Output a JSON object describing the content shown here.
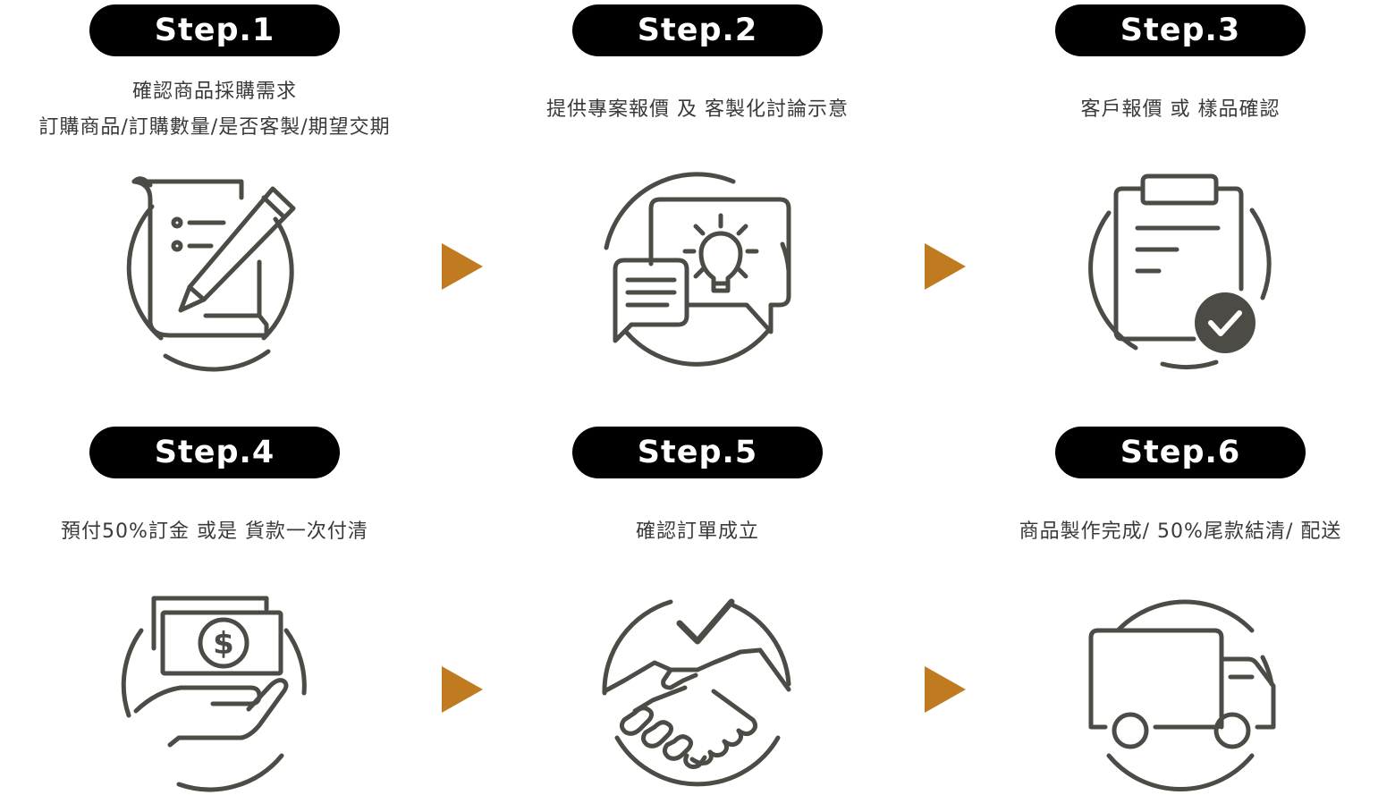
{
  "steps": [
    {
      "label": "Step.1",
      "desc": [
        "確認商品採購需求",
        "訂購商品/訂購數量/是否客製/期望交期"
      ],
      "icon": "document-pen-icon"
    },
    {
      "label": "Step.2",
      "desc": [
        "提供專案報價 及 客製化討論示意"
      ],
      "icon": "chat-lightbulb-icon"
    },
    {
      "label": "Step.3",
      "desc": [
        "客戶報價 或 樣品確認"
      ],
      "icon": "clipboard-check-icon"
    },
    {
      "label": "Step.4",
      "desc": [
        "預付50%訂金 或是 貨款一次付清"
      ],
      "icon": "money-hand-icon"
    },
    {
      "label": "Step.5",
      "desc": [
        "確認訂單成立"
      ],
      "icon": "handshake-check-icon"
    },
    {
      "label": "Step.6",
      "desc": [
        "商品製作完成/ 50%尾款結清/ 配送"
      ],
      "icon": "delivery-truck-icon"
    }
  ],
  "colors": {
    "pill": "#000000",
    "icon": "#4d4b45",
    "arrow": "#c07a1f",
    "text": "#3a3a3a"
  }
}
